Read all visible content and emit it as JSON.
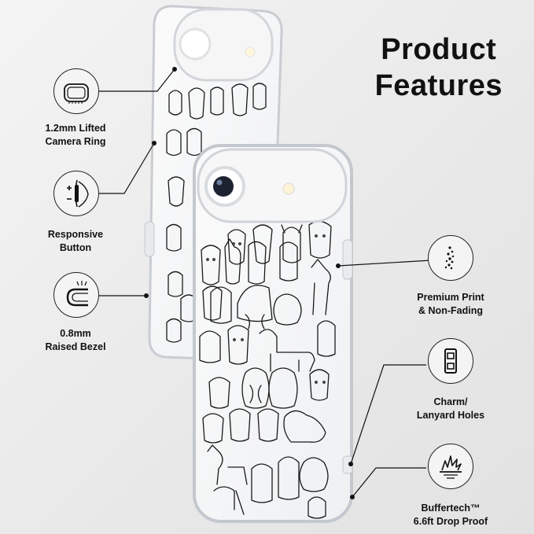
{
  "heading": {
    "line1": "Product",
    "line2": "Features"
  },
  "features": {
    "camera_ring": {
      "line1": "1.2mm Lifted",
      "line2": "Camera Ring",
      "icon": "camera-ring-icon"
    },
    "button": {
      "line1": "Responsive",
      "line2": "Button",
      "icon": "button-icon"
    },
    "bezel": {
      "line1": "0.8mm",
      "line2": "Raised Bezel",
      "icon": "bezel-icon"
    },
    "print": {
      "line1": "Premium Print",
      "line2": "& Non-Fading",
      "icon": "print-dots-icon"
    },
    "lanyard": {
      "line1": "Charm/",
      "line2": "Lanyard Holes",
      "icon": "lanyard-hole-icon"
    },
    "drop": {
      "line1": "Buffertech™",
      "line2": "6.6ft Drop Proof",
      "icon": "shock-burst-icon"
    }
  },
  "colors": {
    "background": "#ececec",
    "text": "#111111",
    "lineart": "#1a1a1a",
    "case_edge": "#c9cdd2"
  }
}
